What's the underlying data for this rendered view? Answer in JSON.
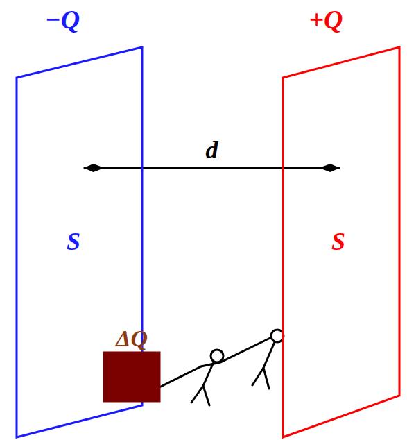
{
  "diagram": {
    "nodes": [
      {
        "text": [
          "−Q",
          "S"
        ]
      },
      {
        "text": [
          "+Q",
          "S"
        ]
      },
      {
        "text": [
          "ΔQ"
        ]
      }
    ],
    "edges": [
      {
        "from": 0,
        "to": 1,
        "arrow": "both",
        "label": "d"
      }
    ]
  }
}
